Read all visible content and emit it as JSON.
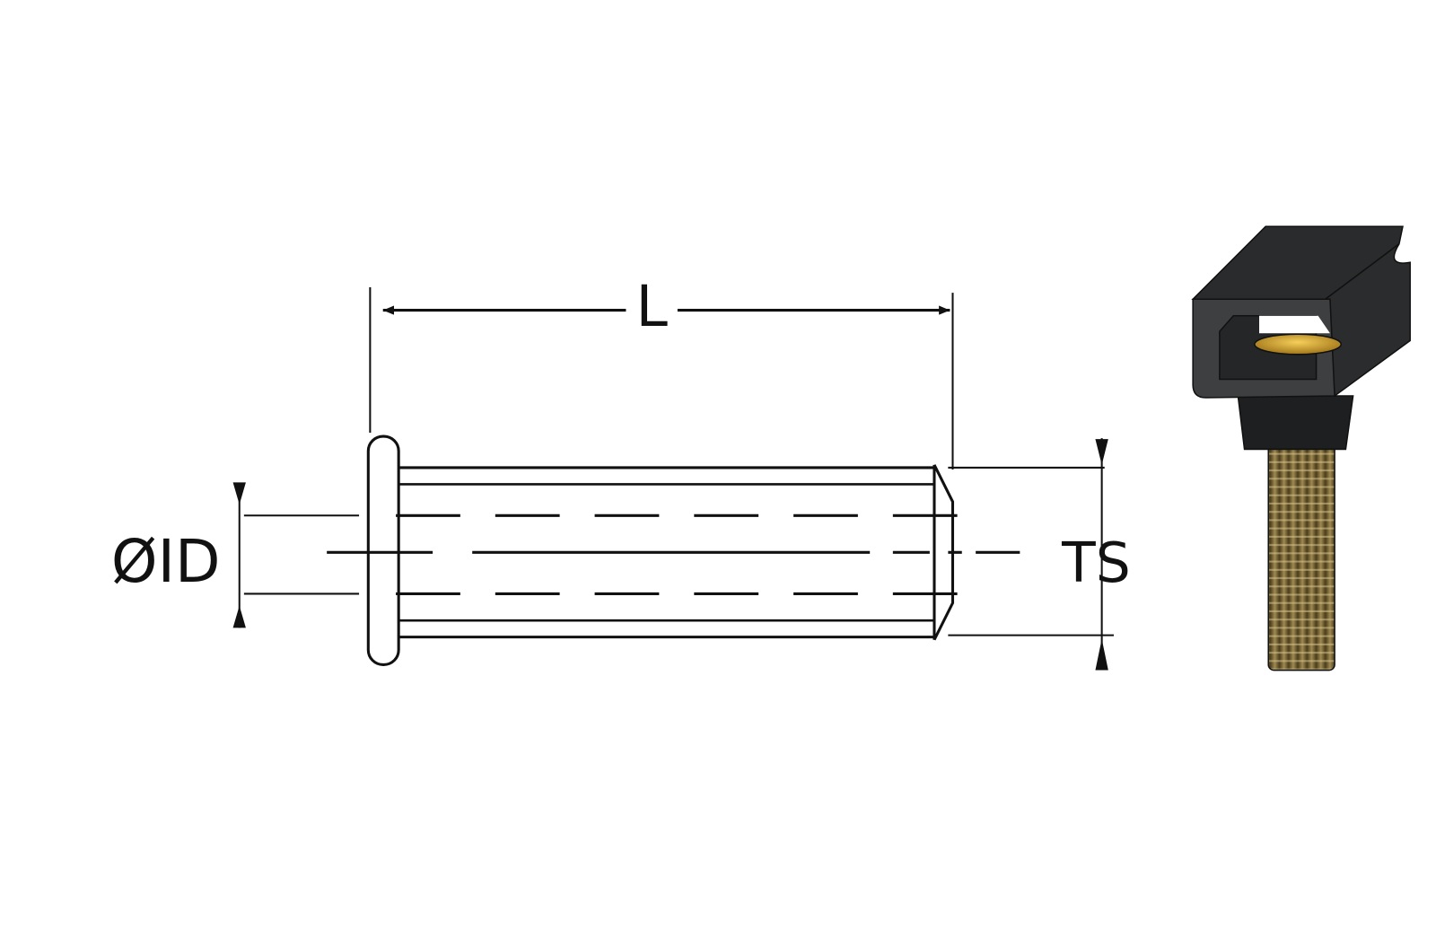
{
  "diagram": {
    "labels": {
      "length": "L",
      "inner_diameter": "ØID",
      "thread_size": "TS"
    },
    "colors": {
      "line": "#111111",
      "body_dark": "#2e2f30",
      "body_face": "#3d3e3f",
      "thread": "#8a7440",
      "washer": "#d4a42a"
    }
  }
}
